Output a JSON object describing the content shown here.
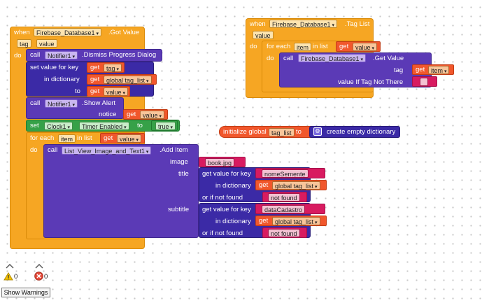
{
  "block1": {
    "when": "when",
    "component": "Firebase_Database1",
    "event": ".Got Value",
    "param_tag": "tag",
    "param_value": "value",
    "do": "do",
    "call": "call",
    "notifier": "Notifier1",
    "dismiss": ".Dismiss Progress Dialog",
    "set_value_for_key": "set value for key",
    "in_dictionary": "in dictionary",
    "to": "to",
    "get": "get",
    "tag": "tag",
    "global_tag_list": "global tag_list",
    "value": "value",
    "show_alert": ".Show Alert",
    "notice": "notice",
    "set": "set",
    "clock": "Clock1",
    "timer_enabled": "Timer Enabled",
    "to2": "to",
    "true": "true",
    "for_each": "for each",
    "item": "item",
    "in_list": "in list",
    "list_view": "List_View_Image_and_Text1",
    "add_item": ".Add Item",
    "image": "image",
    "book": "book.jpg",
    "title": "title",
    "get_value_for_key": "get value for key",
    "nome": "nomeSemente",
    "or_if_not_found": "or if not found",
    "not_found": "not found",
    "subtitle": "subtitle",
    "data_cadastro": "dataCadastro"
  },
  "block2": {
    "when": "when",
    "component": "Firebase_Database1",
    "event": ".Tag List",
    "value": "value",
    "do": "do",
    "for_each": "for each",
    "item": "item",
    "in_list": "in list",
    "get": "get",
    "call": "call",
    "get_value": ".Get Value",
    "tag": "tag",
    "value_if": "value If Tag Not There"
  },
  "block3": {
    "initialize": "initialize global",
    "name": "tag_list",
    "to": "to",
    "create": "create empty dictionary"
  },
  "warnings": {
    "warn_count": "0",
    "error_count": "0",
    "show_label": "Show Warnings"
  }
}
